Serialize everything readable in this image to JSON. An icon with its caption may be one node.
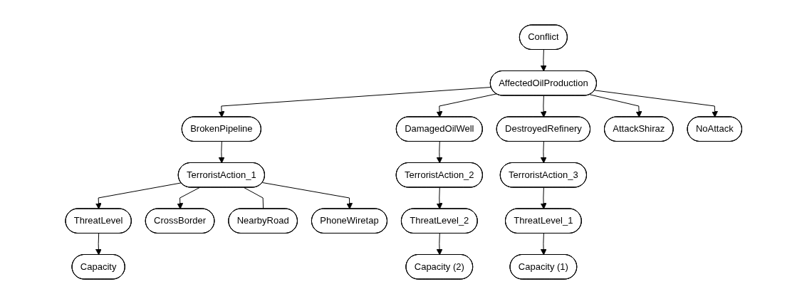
{
  "diagram": {
    "nodes": [
      {
        "text": [
          "Conflict"
        ]
      },
      {
        "text": [
          "AffectedOilProduction"
        ]
      },
      {
        "text": [
          "BrokenPipeline"
        ]
      },
      {
        "text": [
          "DamagedOilWell"
        ]
      },
      {
        "text": [
          "DestroyedRefinery"
        ]
      },
      {
        "text": [
          "AttackShiraz"
        ]
      },
      {
        "text": [
          "NoAttack"
        ]
      },
      {
        "text": [
          "TerroristAction_1"
        ]
      },
      {
        "text": [
          "TerroristAction_2"
        ]
      },
      {
        "text": [
          "TerroristAction_3"
        ]
      },
      {
        "text": [
          "ThreatLevel"
        ]
      },
      {
        "text": [
          "CrossBorder"
        ]
      },
      {
        "text": [
          "ThreatLevel_2"
        ]
      },
      {
        "text": [
          "ThreatLevel_1"
        ]
      },
      {
        "text": [
          "Capacity"
        ]
      },
      {
        "text": [
          "NearbyRoad"
        ]
      },
      {
        "text": [
          "Capacity (2)"
        ]
      },
      {
        "text": [
          "Capacity (1)"
        ]
      },
      {
        "text": [
          "PhoneWiretap"
        ]
      }
    ],
    "edges": [
      {
        "from": 0,
        "to": 1,
        "arrow": "to"
      },
      {
        "from": 1,
        "to": 2,
        "arrow": "to"
      },
      {
        "from": 1,
        "to": 3,
        "arrow": "to"
      },
      {
        "from": 1,
        "to": 4,
        "arrow": "to"
      },
      {
        "from": 1,
        "to": 5,
        "arrow": "to"
      },
      {
        "from": 1,
        "to": 6,
        "arrow": "to"
      },
      {
        "from": 2,
        "to": 7,
        "arrow": "to"
      },
      {
        "from": 3,
        "to": 8,
        "arrow": "to"
      },
      {
        "from": 4,
        "to": 9,
        "arrow": "to"
      },
      {
        "from": 7,
        "to": 10,
        "arrow": "to"
      },
      {
        "from": 7,
        "to": 11,
        "arrow": "to"
      },
      {
        "from": 7,
        "to": 15,
        "arrow": "none"
      },
      {
        "from": 7,
        "to": 18,
        "arrow": "to"
      },
      {
        "from": 8,
        "to": 12,
        "arrow": "to"
      },
      {
        "from": 9,
        "to": 13,
        "arrow": "to"
      },
      {
        "from": 10,
        "to": 14,
        "arrow": "to"
      },
      {
        "from": 12,
        "to": 16,
        "arrow": "to"
      },
      {
        "from": 13,
        "to": 17,
        "arrow": "to"
      }
    ]
  }
}
